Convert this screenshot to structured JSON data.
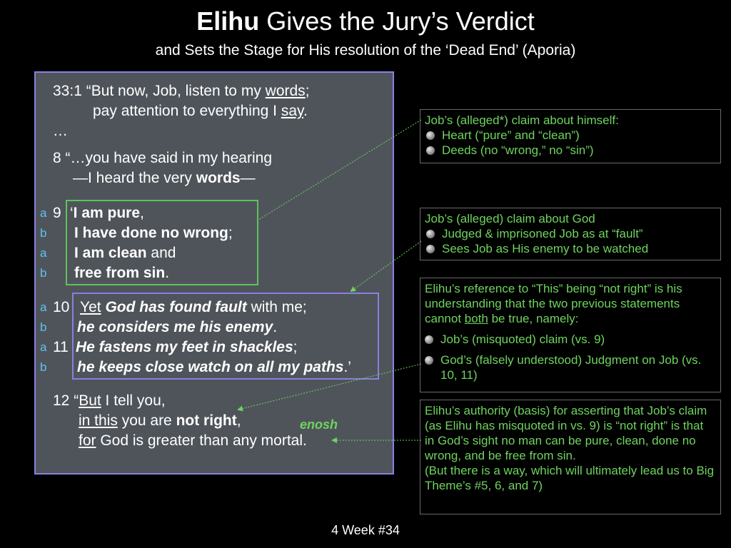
{
  "header": {
    "title_bold": "Elihu",
    "title_rest": " Gives the Jury’s Verdict",
    "subtitle": "and Sets the Stage for His resolution of the ‘Dead End’ (Aporia)"
  },
  "passage": {
    "v33_1_pre": "33:1 “But now, Job, listen to my ",
    "v33_1_words": "words",
    "v33_1_post": ";",
    "v33_1b_pre": "pay attention to everything I ",
    "v33_1b_say": "say",
    "v33_1b_post": ".",
    "ellipsis": "…",
    "v8_a": "8  “…you have said in my hearing",
    "v8_b_pre": "—I heard the very ",
    "v8_b_words": "words",
    "v8_b_post": "—",
    "v9_num": "9",
    "v9_quote": "‘",
    "v9_l1": "I am pure",
    "v9_l1_post": ",",
    "v9_l2": "I have done no wrong",
    "v9_l2_post": ";",
    "v9_l3": "I am clean",
    "v9_l3_post": " and",
    "v9_l4": "free from sin",
    "v9_l4_post": ".",
    "v10_num": "10",
    "v10_yet": "Yet",
    "v10_l1_bi": "God has found fault",
    "v10_l1_post": " with me;",
    "v10_l2": "he considers me his enemy",
    "v10_l2_post": ".",
    "v11_num": "11",
    "v11_l1": "He fastens my feet in shackles",
    "v11_l1_post": ";",
    "v11_l2": "he keeps close watch on all my paths",
    "v11_l2_post": ".’",
    "v12_pre": "12 “",
    "v12_but": "But",
    "v12_post": " I tell you,",
    "v12b_in_this": "in this",
    "v12b_mid": " you are ",
    "v12b_bold": "not right",
    "v12b_post": ",",
    "v12c_for": "for",
    "v12c_post": " God is greater than any mortal."
  },
  "ab_labels": [
    "a",
    "b",
    "a",
    "b",
    "a",
    "b",
    "a",
    "b"
  ],
  "notes": {
    "n1_title": "Job’s (alleged*) claim about himself:",
    "n1_b1": "Heart (“pure” and “clean”)",
    "n1_b2": "Deeds (no “wrong,” no “sin”)",
    "n2_title": "Job’s (alleged) claim about God",
    "n2_b1": "Judged & imprisoned Job as at “fault”",
    "n2_b2": "Sees Job as His enemy to be watched",
    "n3_pre": "Elihu’s reference to “This” being “not right” is his understanding that the two previous statements cannot ",
    "n3_both": "both",
    "n3_post": " be true, namely:",
    "n3_b1": "Job’s (misquoted) claim (vs. 9)",
    "n3_b2": "God’s (falsely understood) Judgment on Job (vs. 10, 11)",
    "n4_text": "Elihu’s authority (basis) for asserting that Job’s claim (as Elihu has misquoted in vs. 9) is “not right” is that in God’s sight no man can be pure, clean, done no wrong, and be free from sin.",
    "n4_text2": "(But there is a way, which will ultimately lead us to Big Theme’s #5, 6, and 7)"
  },
  "enosh": "enosh",
  "footer": "4   Week #34",
  "colors": {
    "accent_green": "#6fd35f",
    "box_purple": "#8a7fe0",
    "ab_blue": "#5fc3f0",
    "panel": "#4f545b"
  }
}
